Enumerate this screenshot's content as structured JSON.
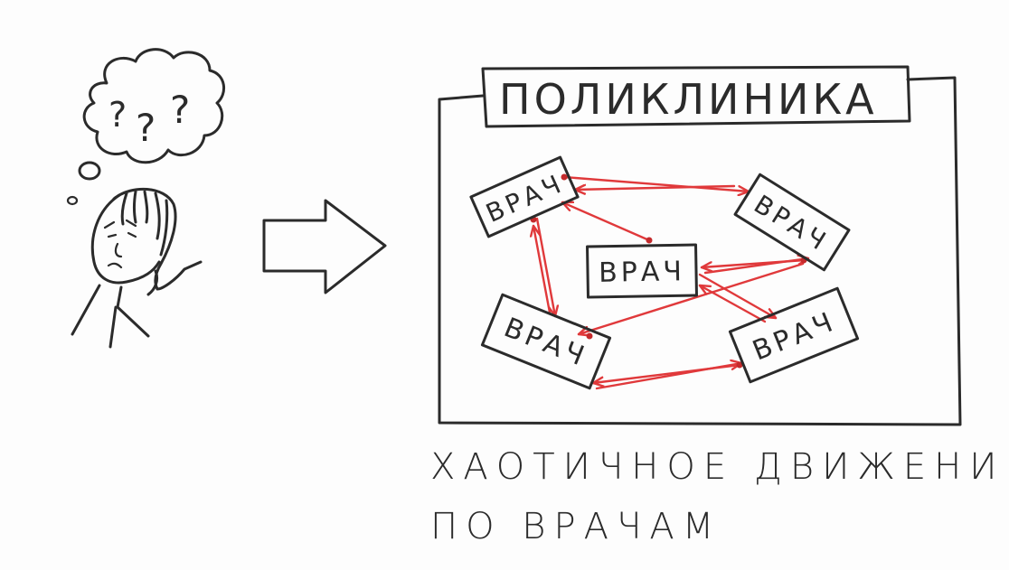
{
  "clinic": {
    "title": "ПОЛИКЛИНИКА",
    "doctors": [
      {
        "label": "ВРАЧ"
      },
      {
        "label": "ВРАЧ"
      },
      {
        "label": "ВРАЧ"
      },
      {
        "label": "ВРАЧ"
      },
      {
        "label": "ВРАЧ"
      }
    ]
  },
  "thought": {
    "q1": "?",
    "q2": "?",
    "q3": "?"
  },
  "caption": {
    "line1": "ХАОТИЧНОЕ ДВИЖЕНИЕ",
    "line2": "ПО ВРАЧАМ"
  },
  "colors": {
    "ink": "#2b2b2b",
    "arrows": "#e0393b",
    "background": "#fdfdfd"
  }
}
